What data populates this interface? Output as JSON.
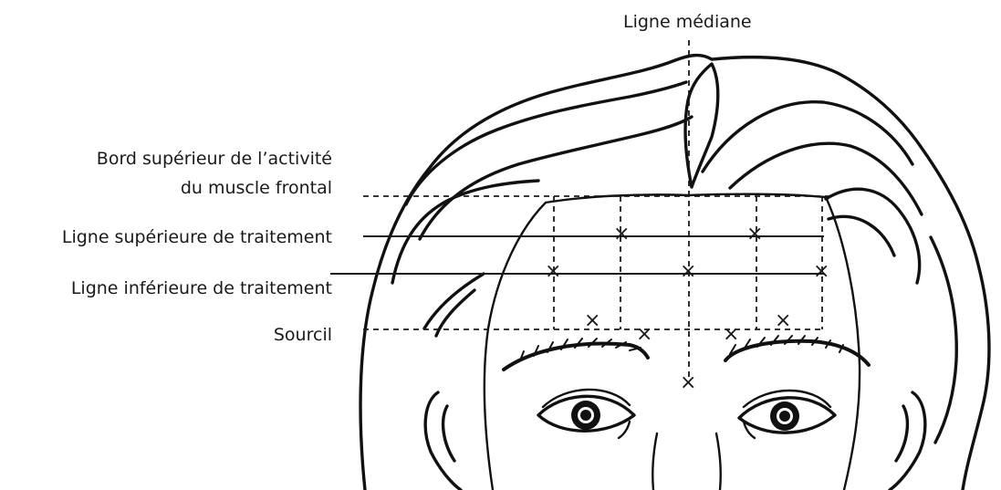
{
  "labels": {
    "midline": "Ligne médiane",
    "frontalis_line1": "Bord supérieur de l’activité",
    "frontalis_line2": "du muscle frontal",
    "upper_treatment": "Ligne supérieure de traitement",
    "lower_treatment": "Ligne inférieure de traitement",
    "eyebrow": "Sourcil"
  },
  "colors": {
    "ink": "#111111",
    "background": "#ffffff"
  },
  "injection_marker_glyph": "×"
}
